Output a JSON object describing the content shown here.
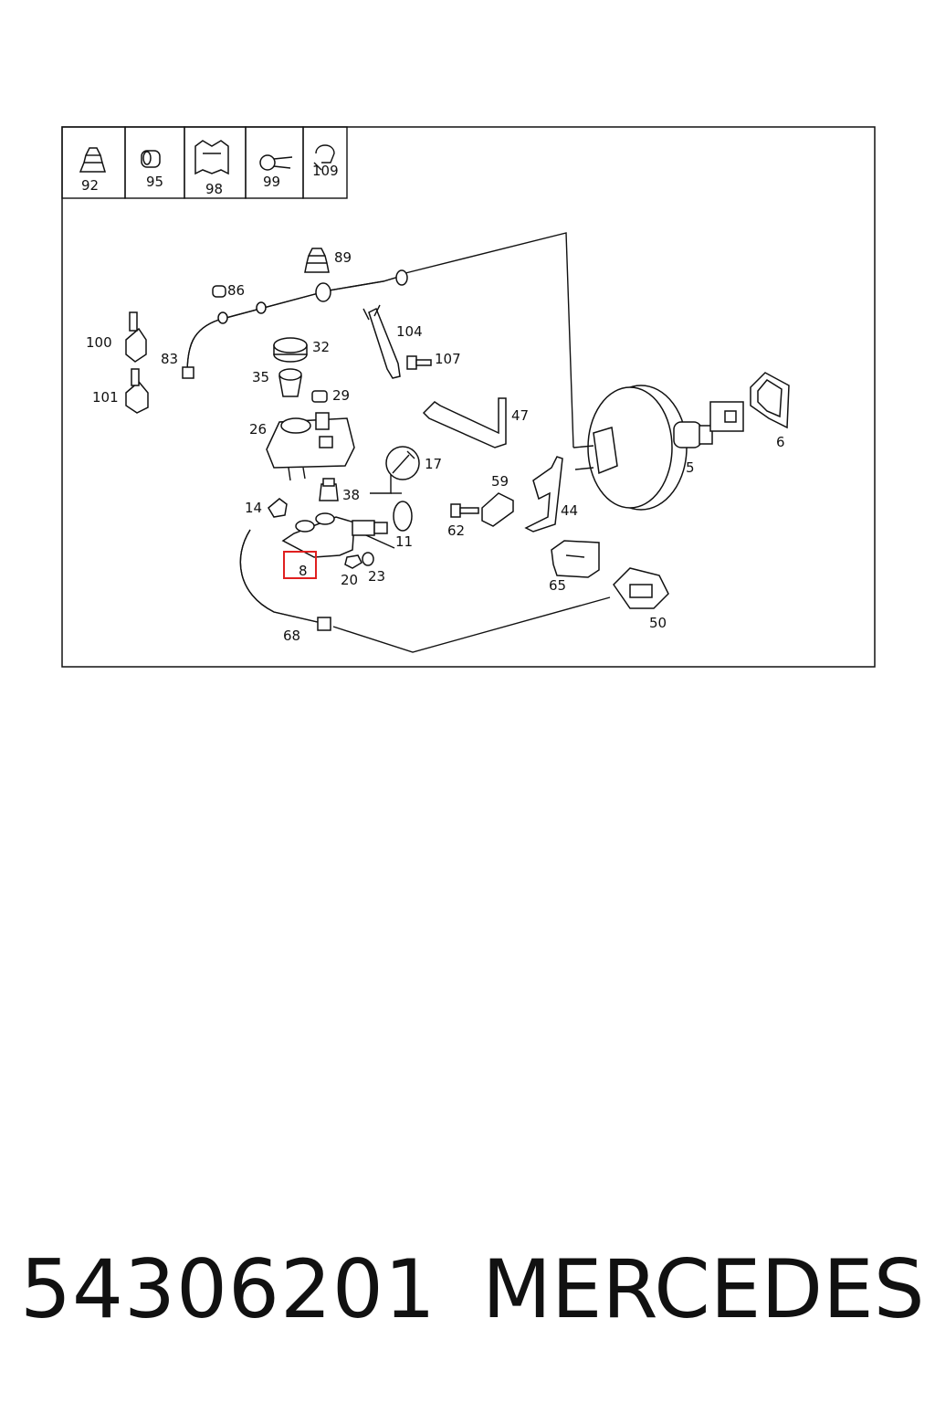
{
  "legend": [
    {
      "label": "92",
      "icon": "bellows-icon"
    },
    {
      "label": "95",
      "icon": "sleeve-icon"
    },
    {
      "label": "98",
      "icon": "clip-icon"
    },
    {
      "label": "99",
      "icon": "connector-icon"
    },
    {
      "label": "109",
      "icon": "hook-icon"
    }
  ],
  "parts": {
    "p89": "89",
    "p86": "86",
    "p100": "100",
    "p83": "83",
    "p101": "101",
    "p32": "32",
    "p35": "35",
    "p29": "29",
    "p26": "26",
    "p104": "104",
    "p107": "107",
    "p47": "47",
    "p17": "17",
    "p38": "38",
    "p14": "14",
    "p8": "8",
    "p20": "20",
    "p23": "23",
    "p11": "11",
    "p62": "62",
    "p59": "59",
    "p44": "44",
    "p5": "5",
    "p6": "6",
    "p65": "65",
    "p50": "50",
    "p68": "68"
  },
  "highlight": {
    "part": "8",
    "color": "#e02020"
  },
  "caption": {
    "part_number": "54306201",
    "brand": "MERCEDES"
  }
}
